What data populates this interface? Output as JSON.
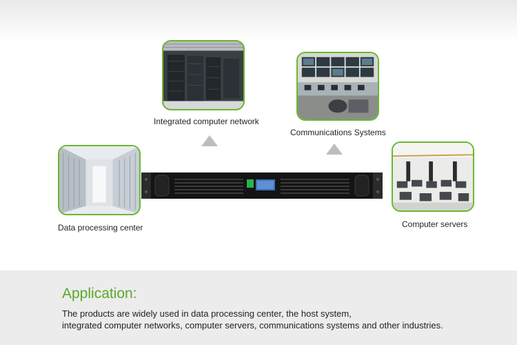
{
  "captions": {
    "network": "Integrated computer network",
    "communications": "Communications Systems",
    "data_center": "Data processing center",
    "servers": "Computer servers"
  },
  "application": {
    "title": "Application:",
    "line1": "The products are widely used in data processing center, the host system,",
    "line2": "integrated computer networks, computer servers,  communications systems and other industries."
  },
  "colors": {
    "accent_green": "#5aa82a",
    "border_green": "#69b82e",
    "band_gray": "#ececec",
    "arrow_gray": "#bdbdbd"
  },
  "icons": {
    "up_arrow": "up-arrow-icon"
  }
}
